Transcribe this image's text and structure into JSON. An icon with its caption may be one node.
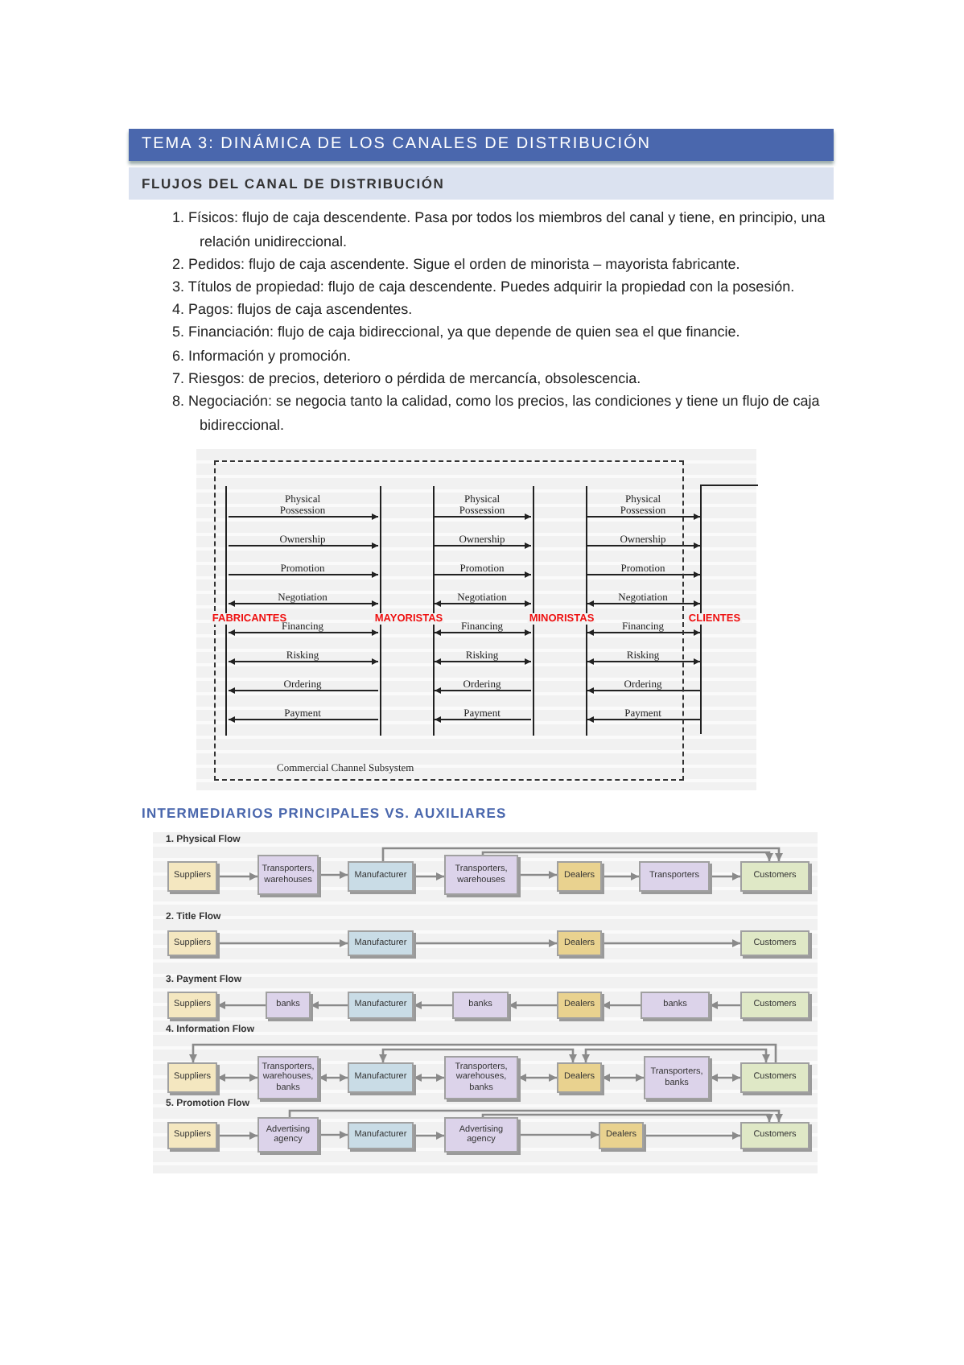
{
  "diagram": {
    "title": "TEMA 3: DINÁMICA DE LOS CANALES DE DISTRIBUCIÓN",
    "nodes": [
      {
        "text": [
          "Commercial Channel Subsystem"
        ]
      },
      {
        "text": [
          "FABRICANTES"
        ],
        "in": 0
      },
      {
        "text": [
          "MAYORISTAS"
        ],
        "in": 0
      },
      {
        "text": [
          "MINORISTAS"
        ],
        "in": 0
      },
      {
        "text": [
          "CLIENTES"
        ]
      },
      {
        "text": [
          "Suppliers"
        ]
      },
      {
        "text": [
          "Transporters, warehouses"
        ]
      },
      {
        "text": [
          "Manufacturer"
        ]
      },
      {
        "text": [
          "Transporters, warehouses"
        ]
      },
      {
        "text": [
          "Dealers"
        ]
      },
      {
        "text": [
          "Transporters"
        ]
      },
      {
        "text": [
          "Customers"
        ]
      },
      {
        "text": [
          "Suppliers"
        ]
      },
      {
        "text": [
          "Manufacturer"
        ]
      },
      {
        "text": [
          "Dealers"
        ]
      },
      {
        "text": [
          "Customers"
        ]
      },
      {
        "text": [
          "Suppliers"
        ]
      },
      {
        "text": [
          "banks"
        ]
      },
      {
        "text": [
          "Manufacturer"
        ]
      },
      {
        "text": [
          "banks"
        ]
      },
      {
        "text": [
          "Dealers"
        ]
      },
      {
        "text": [
          "banks"
        ]
      },
      {
        "text": [
          "Customers"
        ]
      },
      {
        "text": [
          "Suppliers"
        ]
      },
      {
        "text": [
          "Transporters, warehouses, banks"
        ]
      },
      {
        "text": [
          "Manufacturer"
        ]
      },
      {
        "text": [
          "Transporters, warehouses, banks"
        ]
      },
      {
        "text": [
          "Dealers"
        ]
      },
      {
        "text": [
          "Transporters, banks"
        ]
      },
      {
        "text": [
          "Customers"
        ]
      },
      {
        "text": [
          "Suppliers"
        ]
      },
      {
        "text": [
          "Advertising agency"
        ]
      },
      {
        "text": [
          "Manufacturer"
        ]
      },
      {
        "text": [
          "Advertising agency"
        ]
      },
      {
        "text": [
          "Dealers"
        ]
      },
      {
        "text": [
          "Customers"
        ]
      }
    ],
    "edges": [
      {
        "from": 1,
        "to": 2,
        "arrow": "to",
        "label": "Physical Possession",
        "color": "#222222"
      },
      {
        "from": 1,
        "to": 2,
        "arrow": "to",
        "label": "Ownership",
        "color": "#222222"
      },
      {
        "from": 1,
        "to": 2,
        "arrow": "to",
        "label": "Promotion",
        "color": "#222222"
      },
      {
        "from": 1,
        "to": 2,
        "arrow": "both",
        "label": "Negotiation",
        "color": "#222222"
      },
      {
        "from": 1,
        "to": 2,
        "arrow": "both",
        "label": "Financing",
        "color": "#222222"
      },
      {
        "from": 1,
        "to": 2,
        "arrow": "both",
        "label": "Risking",
        "color": "#222222"
      },
      {
        "from": 2,
        "to": 1,
        "arrow": "to",
        "label": "Ordering",
        "color": "#222222"
      },
      {
        "from": 2,
        "to": 1,
        "arrow": "to",
        "label": "Payment",
        "color": "#222222"
      },
      {
        "from": 2,
        "to": 3,
        "arrow": "to",
        "label": "Physical Possession",
        "color": "#222222"
      },
      {
        "from": 2,
        "to": 3,
        "arrow": "to",
        "label": "Ownership",
        "color": "#222222"
      },
      {
        "from": 2,
        "to": 3,
        "arrow": "to",
        "label": "Promotion",
        "color": "#222222"
      },
      {
        "from": 2,
        "to": 3,
        "arrow": "both",
        "label": "Negotiation",
        "color": "#222222"
      },
      {
        "from": 2,
        "to": 3,
        "arrow": "both",
        "label": "Financing",
        "color": "#222222"
      },
      {
        "from": 2,
        "to": 3,
        "arrow": "both",
        "label": "Risking",
        "color": "#222222"
      },
      {
        "from": 3,
        "to": 2,
        "arrow": "to",
        "label": "Ordering",
        "color": "#222222"
      },
      {
        "from": 3,
        "to": 2,
        "arrow": "to",
        "label": "Payment",
        "color": "#222222"
      },
      {
        "from": 3,
        "to": 4,
        "arrow": "to",
        "label": "Physical Possession",
        "color": "#222222"
      },
      {
        "from": 3,
        "to": 4,
        "arrow": "to",
        "label": "Ownership",
        "color": "#222222"
      },
      {
        "from": 3,
        "to": 4,
        "arrow": "to",
        "label": "Promotion",
        "color": "#222222"
      },
      {
        "from": 3,
        "to": 4,
        "arrow": "both",
        "label": "Negotiation",
        "color": "#222222"
      },
      {
        "from": 3,
        "to": 4,
        "arrow": "both",
        "label": "Financing",
        "color": "#222222"
      },
      {
        "from": 3,
        "to": 4,
        "arrow": "both",
        "label": "Risking",
        "color": "#222222"
      },
      {
        "from": 4,
        "to": 3,
        "arrow": "to",
        "label": "Ordering",
        "color": "#222222"
      },
      {
        "from": 4,
        "to": 3,
        "arrow": "to",
        "label": "Payment",
        "color": "#222222"
      },
      {
        "from": 5,
        "to": 6,
        "arrow": "to"
      },
      {
        "from": 6,
        "to": 7,
        "arrow": "to"
      },
      {
        "from": 7,
        "to": 8,
        "arrow": "to"
      },
      {
        "from": 8,
        "to": 9,
        "arrow": "to"
      },
      {
        "from": 9,
        "to": 10,
        "arrow": "to"
      },
      {
        "from": 10,
        "to": 11,
        "arrow": "to"
      },
      {
        "from": 7,
        "to": 11,
        "arrow": "to"
      },
      {
        "from": 8,
        "to": 11,
        "arrow": "to"
      },
      {
        "from": 12,
        "to": 13,
        "arrow": "to"
      },
      {
        "from": 13,
        "to": 14,
        "arrow": "to"
      },
      {
        "from": 14,
        "to": 15,
        "arrow": "to"
      },
      {
        "from": 22,
        "to": 21,
        "arrow": "to"
      },
      {
        "from": 21,
        "to": 20,
        "arrow": "to"
      },
      {
        "from": 20,
        "to": 19,
        "arrow": "to"
      },
      {
        "from": 19,
        "to": 18,
        "arrow": "to"
      },
      {
        "from": 18,
        "to": 17,
        "arrow": "to"
      },
      {
        "from": 17,
        "to": 16,
        "arrow": "to"
      },
      {
        "from": 23,
        "to": 24,
        "arrow": "both"
      },
      {
        "from": 24,
        "to": 25,
        "arrow": "both"
      },
      {
        "from": 25,
        "to": 26,
        "arrow": "both"
      },
      {
        "from": 26,
        "to": 27,
        "arrow": "both"
      },
      {
        "from": 27,
        "to": 28,
        "arrow": "both"
      },
      {
        "from": 28,
        "to": 29,
        "arrow": "both"
      },
      {
        "from": 29,
        "to": 23,
        "arrow": "to"
      },
      {
        "from": 25,
        "to": 27,
        "arrow": "both"
      },
      {
        "from": 27,
        "to": 29,
        "arrow": "both"
      },
      {
        "from": 30,
        "to": 31,
        "arrow": "to"
      },
      {
        "from": 31,
        "to": 32,
        "arrow": "to"
      },
      {
        "from": 32,
        "to": 33,
        "arrow": "to"
      },
      {
        "from": 33,
        "to": 34,
        "arrow": "to"
      },
      {
        "from": 34,
        "to": 35,
        "arrow": "to"
      },
      {
        "from": 31,
        "to": 35,
        "arrow": "to"
      },
      {
        "from": 33,
        "to": 35,
        "arrow": "to"
      }
    ],
    "labels": [
      "FLUJOS DEL CANAL DE DISTRIBUCIÓN",
      "1. Físicos: flujo de caja descendente. Pasa por todos los miembros del canal y tiene, en principio, una relación unidireccional.",
      "2. Pedidos: flujo de caja ascendente. Sigue el orden de minorista – mayorista fabricante.",
      "3. Títulos de propiedad: flujo de caja descendente. Puedes adquirir la propiedad con la posesión.",
      "4. Pagos: flujos de caja ascendentes.",
      "5. Financiación: flujo de caja bidireccional, ya que depende de quien sea el que financie.",
      "6. Información y promoción.",
      "7. Riesgos: de precios, deterioro o pérdida de mercancía, obsolescencia.",
      "8. Negociación: se negocia tanto la calidad, como los precios, las condiciones y tiene un flujo de caja bidireccional.",
      "INTERMEDIARIOS PRINCIPALES VS. AUXILIARES",
      "1. Physical Flow",
      "2. Title Flow",
      "3. Payment Flow",
      "4. Information Flow",
      "5. Promotion Flow"
    ]
  }
}
